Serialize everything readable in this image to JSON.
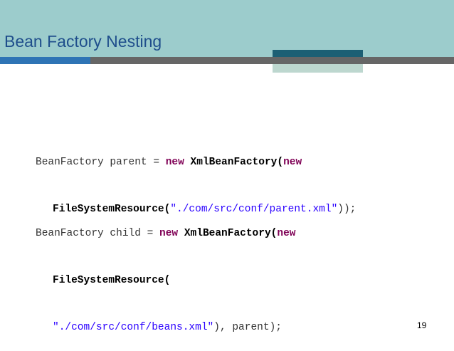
{
  "slide": {
    "title": "Bean Factory Nesting",
    "page_number": "19"
  },
  "code": {
    "block1": {
      "l1_a": "BeanFactory parent = ",
      "l1_kw1": "new",
      "l1_sp": " ",
      "l1_cls": "XmlBeanFactory(",
      "l1_kw2": "new",
      "l2_cls": "FileSystemResource(",
      "l2_str": "\"./com/src/conf/parent.xml\"",
      "l2_end": "));"
    },
    "block2": {
      "l1_a": "BeanFactory child = ",
      "l1_kw1": "new",
      "l1_sp": " ",
      "l1_cls": "XmlBeanFactory(",
      "l1_kw2": "new",
      "l2_cls": "FileSystemResource(",
      "l3_str": "\"./com/src/conf/beans.xml\"",
      "l3_end": "), parent);"
    }
  },
  "colors": {
    "header_bg": "#9ccccc",
    "title": "#1f4e8c",
    "accent_bar": "#2e74b5",
    "keyword": "#7f0055",
    "string": "#2a00ff"
  }
}
